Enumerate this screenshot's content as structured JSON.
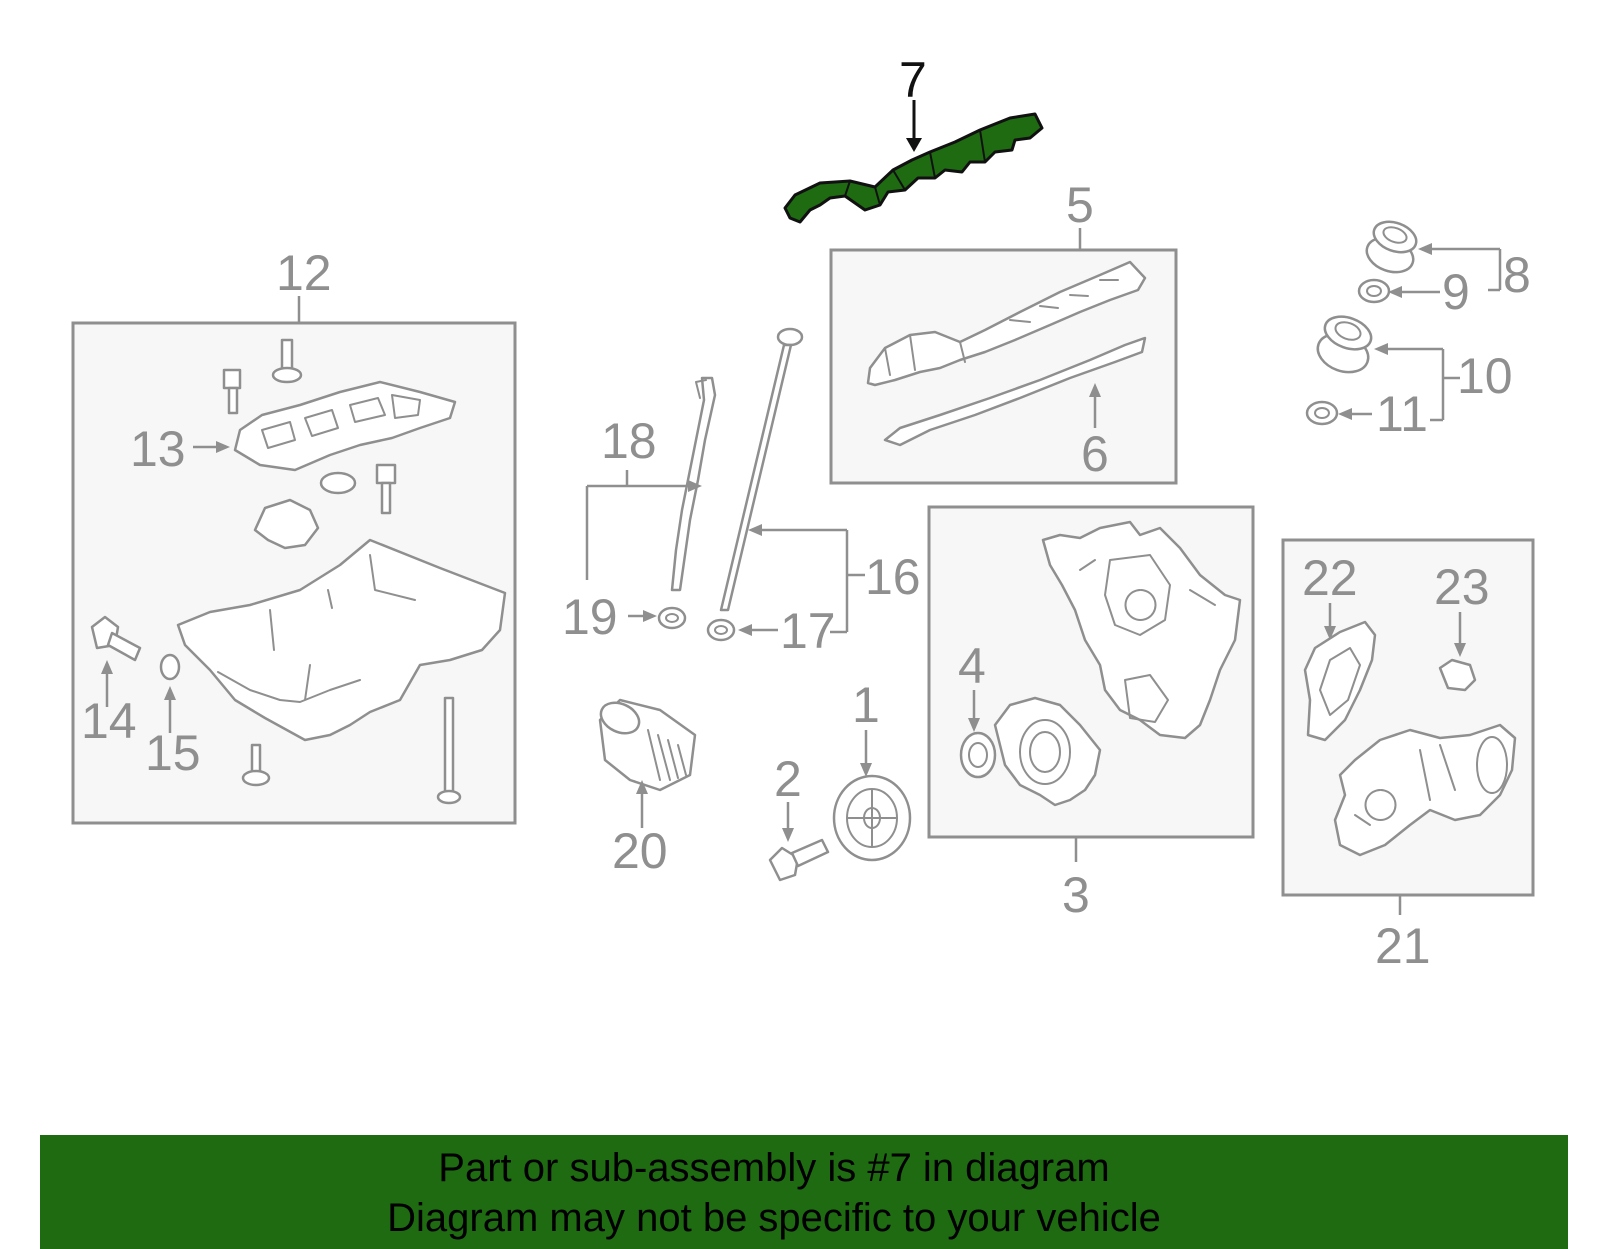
{
  "highlight": {
    "part_number": "7",
    "color": "#1e6b12"
  },
  "callouts": {
    "c1": "1",
    "c2": "2",
    "c3": "3",
    "c4": "4",
    "c5": "5",
    "c6": "6",
    "c7": "7",
    "c8": "8",
    "c9": "9",
    "c10": "10",
    "c11": "11",
    "c12": "12",
    "c13": "13",
    "c14": "14",
    "c15": "15",
    "c16": "16",
    "c17": "17",
    "c18": "18",
    "c19": "19",
    "c20": "20",
    "c21": "21",
    "c22": "22",
    "c23": "23"
  },
  "banner": {
    "line1": "Part or sub-assembly is #7 in diagram",
    "line2": "Diagram may not be specific to your vehicle",
    "background": "#1e6b12"
  }
}
